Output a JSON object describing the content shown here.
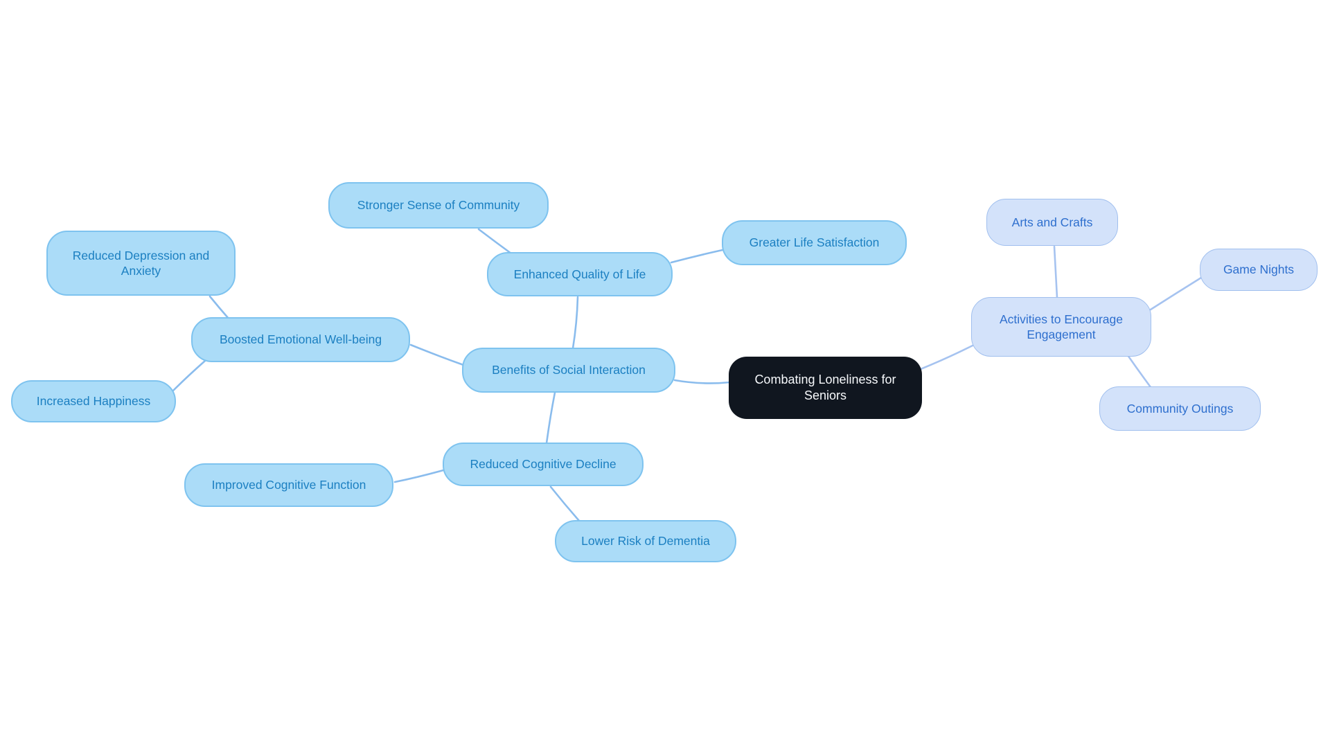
{
  "diagram": {
    "type": "mindmap",
    "title": "Combating Loneliness for Seniors"
  },
  "styles": {
    "css_vars": {
      "canvas-bg": "#ffffff",
      "root-fill": "#10161f",
      "root-text": "#f7f9fc",
      "left-fill": "#abdcf8",
      "left-border": "#7ec3ef",
      "left-text": "#1b7fc1",
      "right-fill": "#d3e2fa",
      "right-border": "#a0bfee",
      "right-text": "#2e6fce",
      "edge-left": "#8abced",
      "edge-right": "#a6c3f0"
    }
  },
  "nodes": {
    "root": {
      "label": "Combating Loneliness for Seniors",
      "branch": "center"
    },
    "benefits_social": {
      "label": "Benefits of Social Interaction",
      "branch": "left"
    },
    "enhanced_quality": {
      "label": "Enhanced Quality of Life",
      "branch": "left"
    },
    "stronger_community": {
      "label": "Stronger Sense of Community",
      "branch": "left"
    },
    "greater_satisfaction": {
      "label": "Greater Life Satisfaction",
      "branch": "left"
    },
    "boosted_wellbeing": {
      "label": "Boosted Emotional Well-being",
      "branch": "left"
    },
    "reduced_depression": {
      "label": "Reduced Depression and Anxiety",
      "branch": "left"
    },
    "increased_happiness": {
      "label": "Increased Happiness",
      "branch": "left"
    },
    "reduced_cognitive": {
      "label": "Reduced Cognitive Decline",
      "branch": "left"
    },
    "improved_cognitive": {
      "label": "Improved Cognitive Function",
      "branch": "left"
    },
    "lower_dementia": {
      "label": "Lower Risk of Dementia",
      "branch": "left"
    },
    "activities_engagement": {
      "label": "Activities to Encourage Engagement",
      "branch": "right"
    },
    "arts_crafts": {
      "label": "Arts and Crafts",
      "branch": "right"
    },
    "game_nights": {
      "label": "Game Nights",
      "branch": "right"
    },
    "community_outings": {
      "label": "Community Outings",
      "branch": "right"
    }
  },
  "edges": [
    {
      "from": "root",
      "to": "benefits_social"
    },
    {
      "from": "root",
      "to": "activities_engagement"
    },
    {
      "from": "benefits_social",
      "to": "enhanced_quality"
    },
    {
      "from": "enhanced_quality",
      "to": "stronger_community"
    },
    {
      "from": "enhanced_quality",
      "to": "greater_satisfaction"
    },
    {
      "from": "benefits_social",
      "to": "boosted_wellbeing"
    },
    {
      "from": "boosted_wellbeing",
      "to": "reduced_depression"
    },
    {
      "from": "boosted_wellbeing",
      "to": "increased_happiness"
    },
    {
      "from": "benefits_social",
      "to": "reduced_cognitive"
    },
    {
      "from": "reduced_cognitive",
      "to": "improved_cognitive"
    },
    {
      "from": "reduced_cognitive",
      "to": "lower_dementia"
    },
    {
      "from": "activities_engagement",
      "to": "arts_crafts"
    },
    {
      "from": "activities_engagement",
      "to": "game_nights"
    },
    {
      "from": "activities_engagement",
      "to": "community_outings"
    }
  ]
}
